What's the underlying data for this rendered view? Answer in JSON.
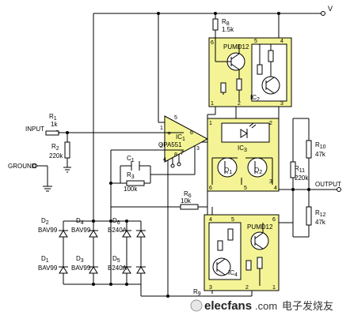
{
  "labels": {
    "v": "V",
    "input": "INPUT",
    "ground": "GROUND",
    "output": "OUTPUT",
    "r1_name": "R",
    "r1_sub": "1",
    "r1_val": "1k",
    "r2_name": "R",
    "r2_sub": "2",
    "r2_val": "220k",
    "r3_name": "R",
    "r3_sub": "3",
    "r3_val": "100k",
    "r6_name": "R",
    "r6_sub": "6",
    "r6_val": "10k",
    "r8_name": "R",
    "r8_sub": "8",
    "r8_val": "1.5k",
    "r9_name": "R",
    "r9_sub": "9",
    "r10_name": "R",
    "r10_sub": "10",
    "r10_val": "47k",
    "r11_name": "R",
    "r11_sub": "11",
    "r11_val": "220k",
    "r12_name": "R",
    "r12_sub": "12",
    "r12_val": "47k",
    "c1_name": "C",
    "c1_sub": "1",
    "ic1_name": "IC",
    "ic1_sub": "1",
    "ic1_part": "OPA551",
    "ic2_name": "IC",
    "ic2_sub": "2",
    "ic3_name": "IC",
    "ic3_sub": "3",
    "ic4_name": "IC",
    "ic4_sub": "4",
    "q1_name": "Q",
    "q1_sub": "1",
    "q2_name": "Q",
    "q2_sub": "2",
    "pumd_top": "PUMD12",
    "pumd_bottom": "PUMD12",
    "d1_name": "D",
    "d1_sub": "1",
    "d1_part": "BAV99",
    "d2_name": "D",
    "d2_sub": "2",
    "d2_part": "BAV99",
    "d3_name": "D",
    "d3_sub": "3",
    "d3_part": "BAV99",
    "d4_name": "D",
    "d4_sub": "4",
    "d4_part": "BAV99",
    "d5_name": "D",
    "d5_sub": "5",
    "d5_part": "B240A",
    "d6_name": "D",
    "d6_sub": "6",
    "d6_part": "B240A"
  },
  "pins": {
    "ic1_1": "1",
    "ic1_2": "2",
    "ic1_3": "3",
    "ic1_4": "4",
    "ic1_5": "5",
    "ic1_6": "6",
    "ic1_7": "7",
    "ic1_8": "8",
    "top_6": "6",
    "top_5": "5",
    "top_4": "4",
    "top_1": "1",
    "top_2": "2",
    "top_3": "3",
    "ic3_1": "1",
    "ic3_2": "2",
    "ic3_3": "3",
    "ic3_4": "4",
    "ic3_5": "5",
    "ic3_6": "6",
    "bot_4": "4",
    "bot_5": "5",
    "bot_6": "6",
    "bot_3": "3",
    "bot_2": "2",
    "bot_1": "1"
  },
  "watermark": {
    "brand": "elecfans",
    "dotcom": ".com",
    "cn": "电子发烧友"
  }
}
